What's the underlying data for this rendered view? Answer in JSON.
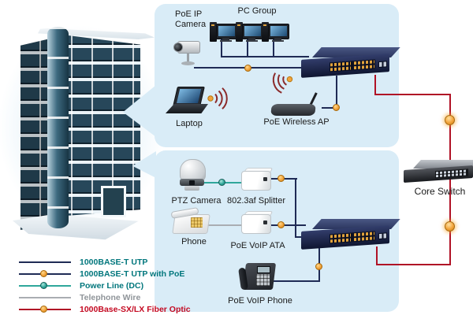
{
  "title": "PoE network application diagram",
  "colors": {
    "panel_bg": "#d9ecf7",
    "utp_line": "#1f2b55",
    "poe_marker": "#f2a33b",
    "powerline_dc": "#2fa79b",
    "telephone_wire": "#a9adb2",
    "fiber_line": "#b01226",
    "legend_text_teal": "#00767c",
    "legend_text_gray": "#8f9499",
    "legend_text_red": "#c40a22"
  },
  "top_zone": {
    "poe_ip_camera_label": "PoE IP\nCamera",
    "pc_group_label": "PC Group",
    "laptop_label": "Laptop",
    "wireless_ap_label": "PoE Wireless AP"
  },
  "bottom_zone": {
    "ptz_camera_label": "PTZ Camera",
    "splitter_label": "802.3af Splitter",
    "phone_label": "Phone",
    "voip_ata_label": "PoE VoIP ATA",
    "voip_phone_label": "PoE VoIP Phone"
  },
  "core_switch_label": "Core Switch",
  "legend": {
    "items": [
      {
        "label": "1000BASE-T UTP",
        "line_color": "#1f2b55",
        "marker": "none",
        "text_color": "#00767c"
      },
      {
        "label": "1000BASE-T UTP with PoE",
        "line_color": "#1f2b55",
        "marker": "poe-orange-dot",
        "text_color": "#00767c"
      },
      {
        "label": "Power Line (DC)",
        "line_color": "#2fa79b",
        "marker": "dc-teal-dot",
        "text_color": "#00767c"
      },
      {
        "label": "Telephone Wire",
        "line_color": "#a9adb2",
        "marker": "none",
        "text_color": "#8f9499"
      },
      {
        "label": "1000Base-SX/LX Fiber Optic",
        "line_color": "#b01226",
        "marker": "poe-orange-dot",
        "text_color": "#c40a22"
      }
    ]
  }
}
